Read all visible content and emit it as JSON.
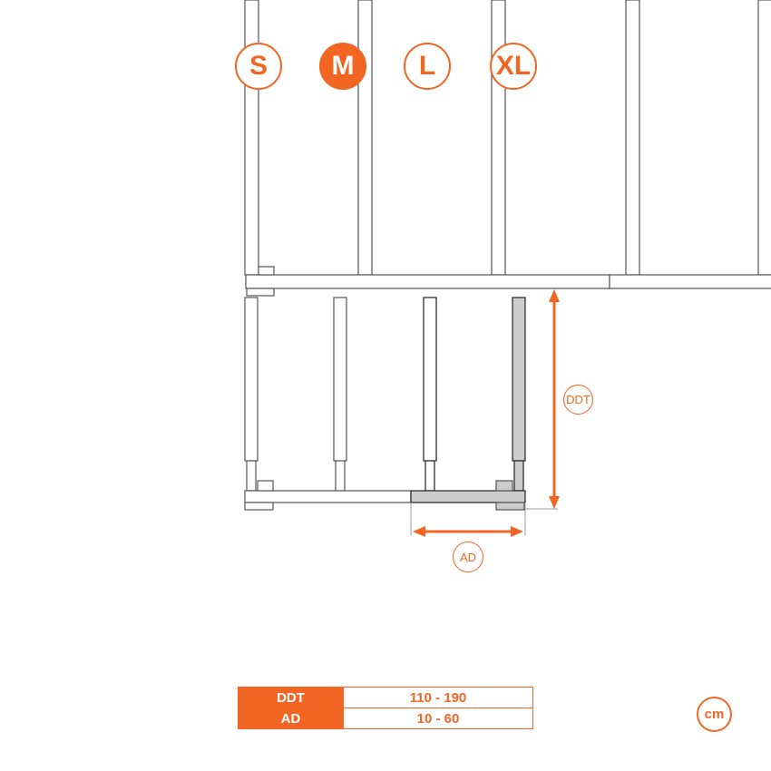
{
  "sizes": [
    {
      "label": "S",
      "selected": false
    },
    {
      "label": "M",
      "selected": true
    },
    {
      "label": "L",
      "selected": false
    },
    {
      "label": "XL",
      "selected": false
    }
  ],
  "dimensions": {
    "ddt_label": "DDT",
    "ad_label": "AD"
  },
  "table": {
    "rows": [
      {
        "key": "DDT",
        "value": "110 - 190"
      },
      {
        "key": "AD",
        "value": "10 - 60"
      }
    ]
  },
  "unit": "cm",
  "colors": {
    "accent": "#f26522",
    "highlight": "#cccccc"
  }
}
